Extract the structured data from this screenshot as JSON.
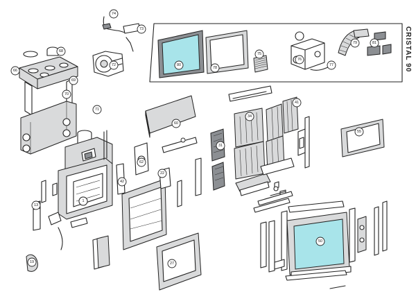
{
  "title": "CRISTAL 90",
  "callouts": {
    "kit_cable": "74",
    "kit_controller": "73",
    "kit_fan": "72",
    "hood_hole_top": "68",
    "hood_plate": "66",
    "hood_ring": "69",
    "inset_glass": "80",
    "inset_frame": "78",
    "inset_grille": "75",
    "inset_box": "76",
    "inset_wire": "77",
    "inset_hose": "79",
    "inset_clip": "81",
    "left_panel": "70",
    "pipe": "71",
    "grey_panel": "60",
    "small_plate": "62",
    "tab": "31",
    "firebox_body": "1",
    "handle": "13",
    "bottom_left": "19",
    "bracket": "42",
    "plates_a": "34",
    "plates_b": "41",
    "frame_door": "27",
    "frame_front": "22",
    "door_right": "55",
    "door_glass": "50"
  },
  "colors": {
    "glass": "#a8e4ea",
    "panel_grey": "#d9dadb",
    "dark_grey": "#8c8f93",
    "line": "#222222"
  }
}
